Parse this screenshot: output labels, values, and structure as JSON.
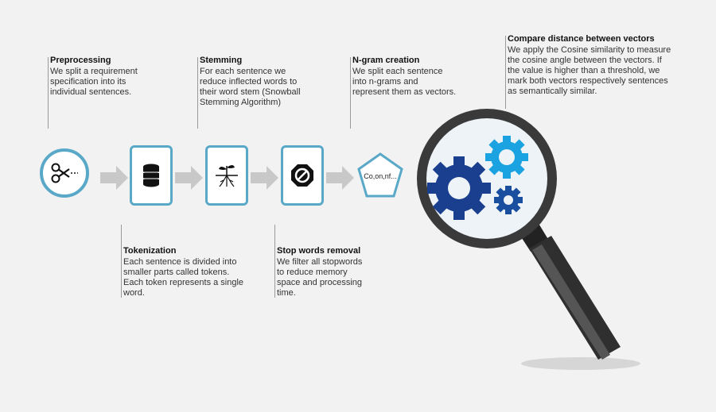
{
  "steps": {
    "preprocessing": {
      "title": "Preprocessing",
      "body": "We split a requirement\nspecification into its\nindividual sentences."
    },
    "stemming": {
      "title": "Stemming",
      "body": "For each sentence we\nreduce inflected words to\ntheir word stem (Snowball\nStemming Algorithm)"
    },
    "ngram": {
      "title": "N-gram creation",
      "body": "We split each sentence\ninto n-grams and\nrepresent them as vectors."
    },
    "compare": {
      "title": "Compare distance between vectors",
      "body": "We apply the Cosine similarity to measure\nthe cosine angle between the vectors.  If\nthe value is higher than a threshold, we\nmark both vectors respectively sentences\nas semantically similar."
    },
    "tokenization": {
      "title": "Tokenization",
      "body": "Each sentence is divided into\nsmaller parts called tokens.\nEach token represents a single\nword."
    },
    "stopwords": {
      "title": "Stop words removal",
      "body": "We filter all stopwords\nto reduce memory\nspace and processing\ntime."
    }
  },
  "ngram_node_label": "Co,on,nf...",
  "colors": {
    "accent": "#5aa8c8",
    "arrow": "#c8c8c8",
    "gear_dark": "#1a3f8f",
    "gear_light": "#1aa3e0",
    "lens_rim": "#3a3a3a"
  },
  "icons": [
    "scissors-icon",
    "database-icon",
    "plant-roots-icon",
    "stop-sign-icon",
    "gears-icon",
    "magnifying-glass-icon"
  ]
}
